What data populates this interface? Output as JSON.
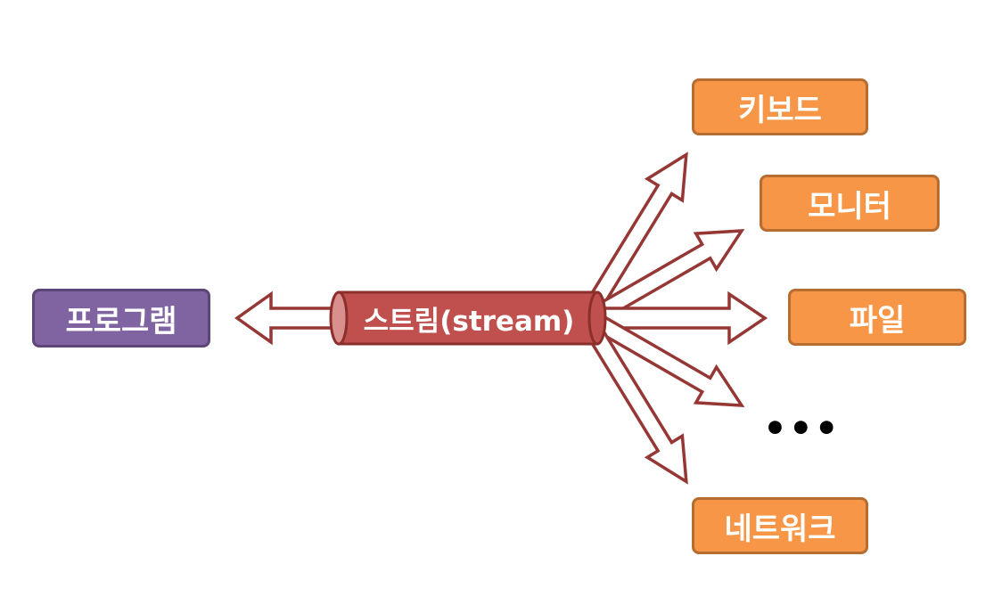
{
  "diagram": {
    "program": {
      "label": "프로그램",
      "color": "#8064a2"
    },
    "stream": {
      "label": "스트림(stream)",
      "color": "#c0504d"
    },
    "targets": [
      {
        "label": "키보드"
      },
      {
        "label": "모니터"
      },
      {
        "label": "파일"
      },
      {
        "label": "네트워크"
      }
    ],
    "ellipsis": "•••",
    "target_color": "#f79646",
    "arrow_color": "#953735"
  }
}
